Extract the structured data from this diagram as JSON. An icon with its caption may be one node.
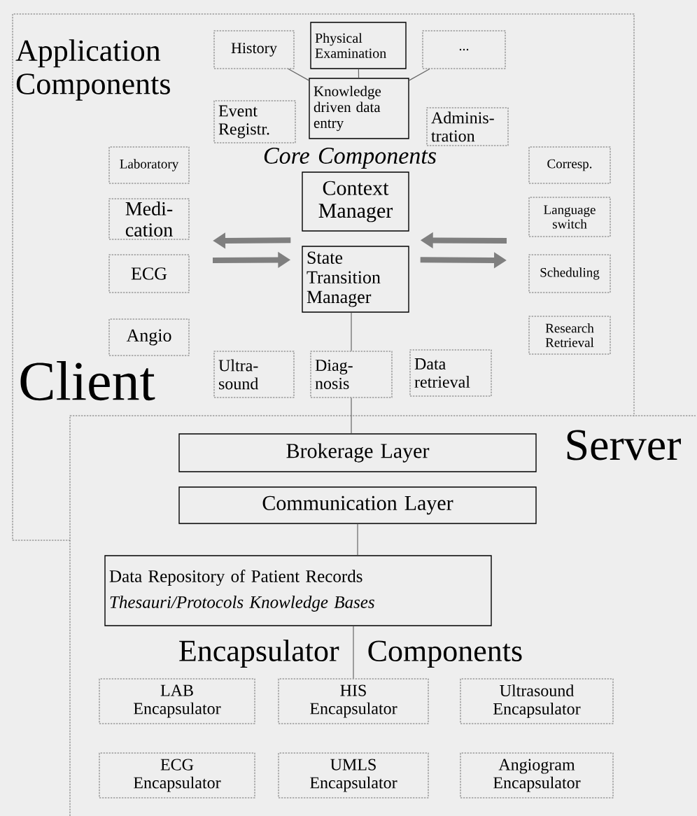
{
  "diagram": {
    "nodes": [
      {
        "text": [
          "Client"
        ]
      },
      {
        "text": [
          "History"
        ],
        "in": 0
      },
      {
        "text": [
          "Physical Examination"
        ],
        "in": 0
      },
      {
        "text": [
          "..."
        ],
        "in": 0
      },
      {
        "text": [
          "Knowledge driven data entry"
        ],
        "in": 0
      },
      {
        "text": [
          "Event Registr."
        ],
        "in": 0
      },
      {
        "text": [
          "Adminis- tration"
        ],
        "in": 0
      },
      {
        "text": [
          "Laboratory"
        ],
        "in": 0
      },
      {
        "text": [
          "Context Manager"
        ],
        "in": 0
      },
      {
        "text": [
          "Medi- cation"
        ],
        "in": 0
      },
      {
        "text": [
          "ECG"
        ],
        "in": 0
      },
      {
        "text": [
          "State Transition Manager"
        ],
        "in": 0
      },
      {
        "text": [
          "Angio"
        ],
        "in": 0
      },
      {
        "text": [
          "Corresp."
        ],
        "in": 0
      },
      {
        "text": [
          "Language switch"
        ],
        "in": 0
      },
      {
        "text": [
          "Scheduling"
        ],
        "in": 0
      },
      {
        "text": [
          "Research Retrieval"
        ],
        "in": 0
      },
      {
        "text": [
          "Ultra- sound"
        ],
        "in": 0
      },
      {
        "text": [
          "Diag- nosis"
        ],
        "in": 0
      },
      {
        "text": [
          "Data retrieval"
        ],
        "in": 0
      },
      {
        "text": [
          "Server"
        ]
      },
      {
        "text": [
          "Brokerage Layer"
        ]
      },
      {
        "text": [
          "Communication Layer"
        ]
      },
      {
        "text": [
          "Data Repository of Patient Records",
          "Thesauri/Protocols Knowledge Bases"
        ],
        "in": 20
      },
      {
        "text": [
          "LAB Encapsulator"
        ],
        "in": 20
      },
      {
        "text": [
          "HIS Encapsulator"
        ],
        "in": 20
      },
      {
        "text": [
          "Ultrasound Encapsulator"
        ],
        "in": 20
      },
      {
        "text": [
          "ECG Encapsulator"
        ],
        "in": 20
      },
      {
        "text": [
          "UMLS Encapsulator"
        ],
        "in": 20
      },
      {
        "text": [
          "Angiogram Encapsulator"
        ],
        "in": 20
      }
    ],
    "edges": [
      {
        "from": 1,
        "to": 4,
        "arrow": "none"
      },
      {
        "from": 2,
        "to": 4,
        "arrow": "none"
      },
      {
        "from": 3,
        "to": 4,
        "arrow": "none"
      },
      {
        "from": 11,
        "to": null,
        "arrow": "to",
        "style": "thick",
        "color": "#7f7f7f"
      },
      {
        "from": null,
        "to": 11,
        "arrow": "to",
        "style": "thick",
        "color": "#7f7f7f"
      },
      {
        "from": null,
        "to": 11,
        "arrow": "to",
        "style": "thick",
        "color": "#7f7f7f"
      },
      {
        "from": 11,
        "to": null,
        "arrow": "to",
        "style": "thick",
        "color": "#7f7f7f"
      },
      {
        "from": 11,
        "to": 18,
        "arrow": "none"
      },
      {
        "from": 18,
        "to": 21,
        "arrow": "none"
      },
      {
        "from": 22,
        "to": 23,
        "arrow": "none"
      },
      {
        "from": 23,
        "to": 25,
        "arrow": "none"
      }
    ],
    "labels": [
      "Application Components",
      "Core Components",
      "Encapsulator Components"
    ]
  }
}
